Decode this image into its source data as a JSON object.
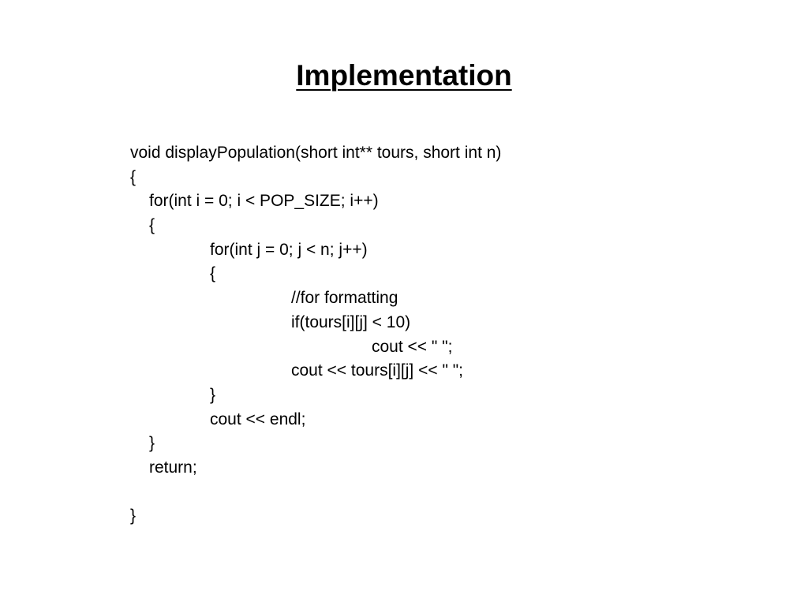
{
  "slide": {
    "title": "Implementation",
    "code_lines": [
      {
        "indent": 0,
        "text": "void displayPopulation(short int** tours, short int n)"
      },
      {
        "indent": 0,
        "text": "{"
      },
      {
        "indent": 1,
        "text": "for(int i = 0; i < POP_SIZE; i++)"
      },
      {
        "indent": 1,
        "text": "{"
      },
      {
        "indent": 2,
        "text": "for(int j = 0; j < n; j++)"
      },
      {
        "indent": 2,
        "text": "{"
      },
      {
        "indent": 3,
        "text": "//for formatting"
      },
      {
        "indent": 3,
        "text": "if(tours[i][j] < 10)"
      },
      {
        "indent": 4,
        "text": "cout << \" \";"
      },
      {
        "indent": 3,
        "text": "cout << tours[i][j] << \" \";"
      },
      {
        "indent": 2,
        "text": "}"
      },
      {
        "indent": 2,
        "text": "cout << endl;"
      },
      {
        "indent": 1,
        "text": "}"
      },
      {
        "indent": 1,
        "text": "return;"
      },
      {
        "indent": 0,
        "text": ""
      },
      {
        "indent": 0,
        "text": "}"
      }
    ]
  }
}
